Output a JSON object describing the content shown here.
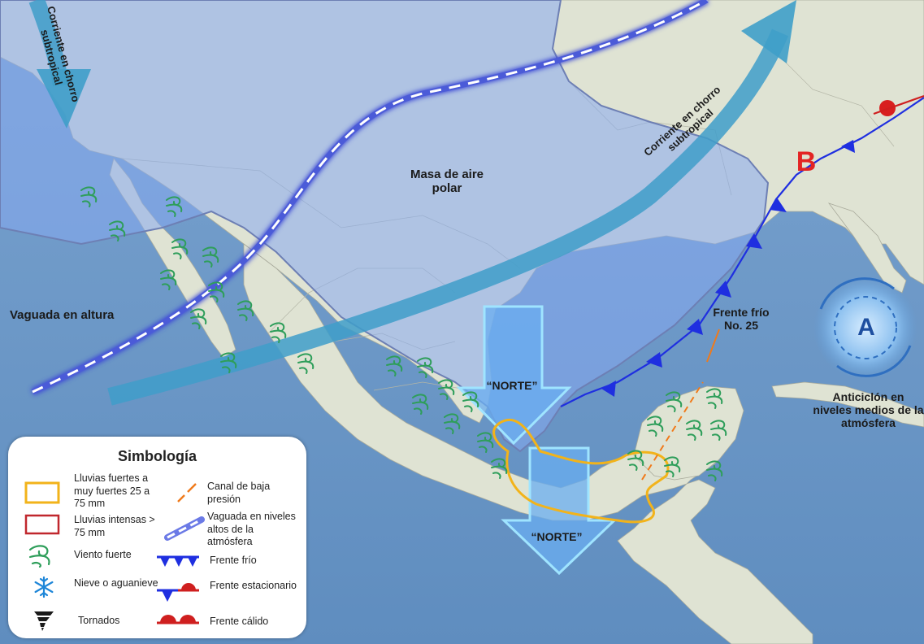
{
  "labels": {
    "jet_subtropical_left": "Corriente en chorro subtropical",
    "jet_subtropical_right": "Corriente en chorro subtropical",
    "polar_air_mass": "Masa de aire polar",
    "upper_trough": "Vaguada en altura",
    "norte_1": "“NORTE”",
    "norte_2": "“NORTE”",
    "cold_front": "Frente frío No. 25",
    "low_pressure": "B",
    "anticyclone_symbol": "A",
    "anticyclone": "Anticiclón en niveles medios de la atmósfera"
  },
  "legend": {
    "title": "Simbología",
    "items": {
      "heavy_rain": "Lluvias fuertes a muy fuertes 25 a 75 mm",
      "intense_rain": "Lluvias intensas > 75 mm",
      "strong_wind": "Viento fuerte",
      "snow": "Nieve o aguanieve",
      "tornado": "Tornados",
      "low_pressure_channel": "Canal de baja presión",
      "upper_trough": "Vaguada en niveles altos de la atmósfera",
      "cold_front": "Frente frío",
      "stationary_front": "Frente estacionario",
      "warm_front": "Frente cálido"
    }
  },
  "colors": {
    "ocean": "#6f9ac7",
    "land": "#dfe3d3",
    "polar_mass": "#8fb2f2",
    "jet_stream": "#3f9ec9",
    "trough": "#4b5bd8",
    "norte_arrow": "#6ab0f0",
    "rain_outline": "#f2b31a",
    "intense_rain_outline": "#c0272d",
    "wind": "#2e9e5a",
    "cold_front": "#1f2fe0",
    "warm_front": "#cf1f1f",
    "low_channel": "#f07a1a",
    "low_pressure": "#e32424"
  },
  "icons": [
    "wind-icon",
    "snowflake-icon",
    "tornado-icon",
    "cold-front-icon",
    "warm-front-icon",
    "low-channel-icon",
    "trough-icon"
  ]
}
